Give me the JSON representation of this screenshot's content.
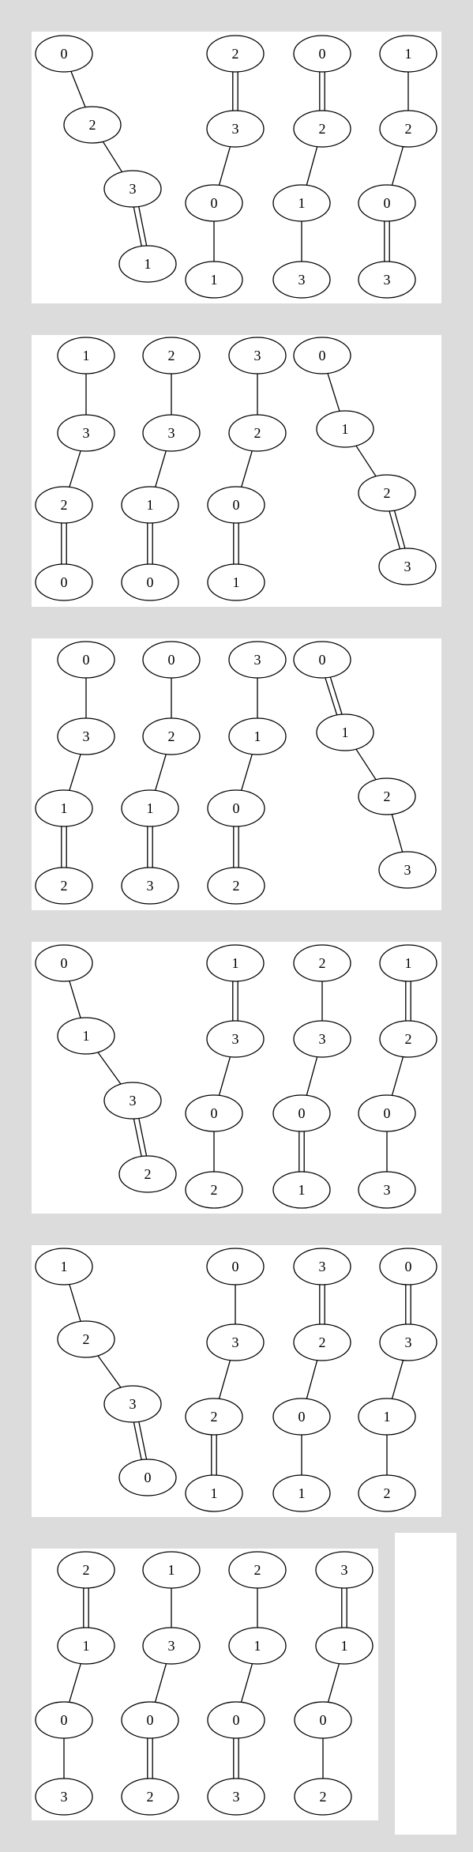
{
  "panels": [
    {
      "chains": [
        {
          "nodes": [
            "0",
            "2",
            "3",
            "1"
          ],
          "edges": [
            "single",
            "single",
            "double"
          ]
        },
        {
          "nodes": [
            "2",
            "3",
            "0",
            "1"
          ],
          "edges": [
            "double",
            "single",
            "single"
          ]
        },
        {
          "nodes": [
            "0",
            "2",
            "1",
            "3"
          ],
          "edges": [
            "double",
            "single",
            "single"
          ]
        },
        {
          "nodes": [
            "1",
            "2",
            "0",
            "3"
          ],
          "edges": [
            "single",
            "single",
            "double"
          ]
        }
      ]
    },
    {
      "chains": [
        {
          "nodes": [
            "1",
            "3",
            "2",
            "0"
          ],
          "edges": [
            "single",
            "single",
            "double"
          ]
        },
        {
          "nodes": [
            "2",
            "3",
            "1",
            "0"
          ],
          "edges": [
            "single",
            "single",
            "double"
          ]
        },
        {
          "nodes": [
            "3",
            "2",
            "0",
            "1"
          ],
          "edges": [
            "single",
            "single",
            "double"
          ]
        },
        {
          "nodes": [
            "0",
            "1",
            "2",
            "3"
          ],
          "edges": [
            "single",
            "single",
            "double"
          ]
        }
      ]
    },
    {
      "chains": [
        {
          "nodes": [
            "0",
            "3",
            "1",
            "2"
          ],
          "edges": [
            "single",
            "single",
            "double"
          ]
        },
        {
          "nodes": [
            "0",
            "2",
            "1",
            "3"
          ],
          "edges": [
            "single",
            "single",
            "double"
          ]
        },
        {
          "nodes": [
            "3",
            "1",
            "0",
            "2"
          ],
          "edges": [
            "single",
            "single",
            "double"
          ]
        },
        {
          "nodes": [
            "0",
            "1",
            "2",
            "3"
          ],
          "edges": [
            "double",
            "single",
            "single"
          ]
        }
      ]
    },
    {
      "chains": [
        {
          "nodes": [
            "0",
            "1",
            "3",
            "2"
          ],
          "edges": [
            "single",
            "single",
            "double"
          ]
        },
        {
          "nodes": [
            "1",
            "3",
            "0",
            "2"
          ],
          "edges": [
            "double",
            "single",
            "single"
          ]
        },
        {
          "nodes": [
            "2",
            "3",
            "0",
            "1"
          ],
          "edges": [
            "single",
            "single",
            "double"
          ]
        },
        {
          "nodes": [
            "1",
            "2",
            "0",
            "3"
          ],
          "edges": [
            "double",
            "single",
            "single"
          ]
        }
      ]
    },
    {
      "chains": [
        {
          "nodes": [
            "1",
            "2",
            "3",
            "0"
          ],
          "edges": [
            "single",
            "single",
            "double"
          ]
        },
        {
          "nodes": [
            "0",
            "3",
            "2",
            "1"
          ],
          "edges": [
            "single",
            "single",
            "double"
          ]
        },
        {
          "nodes": [
            "3",
            "2",
            "0",
            "1"
          ],
          "edges": [
            "double",
            "single",
            "single"
          ]
        },
        {
          "nodes": [
            "0",
            "3",
            "1",
            "2"
          ],
          "edges": [
            "double",
            "single",
            "single"
          ]
        }
      ]
    },
    {
      "chains": [
        {
          "nodes": [
            "2",
            "1",
            "0",
            "3"
          ],
          "edges": [
            "double",
            "single",
            "single"
          ]
        },
        {
          "nodes": [
            "1",
            "3",
            "0",
            "2"
          ],
          "edges": [
            "single",
            "single",
            "double"
          ]
        },
        {
          "nodes": [
            "2",
            "1",
            "0",
            "3"
          ],
          "edges": [
            "single",
            "single",
            "double"
          ]
        },
        {
          "nodes": [
            "3",
            "1",
            "0",
            "2"
          ],
          "edges": [
            "double",
            "single",
            "single"
          ]
        }
      ]
    }
  ]
}
